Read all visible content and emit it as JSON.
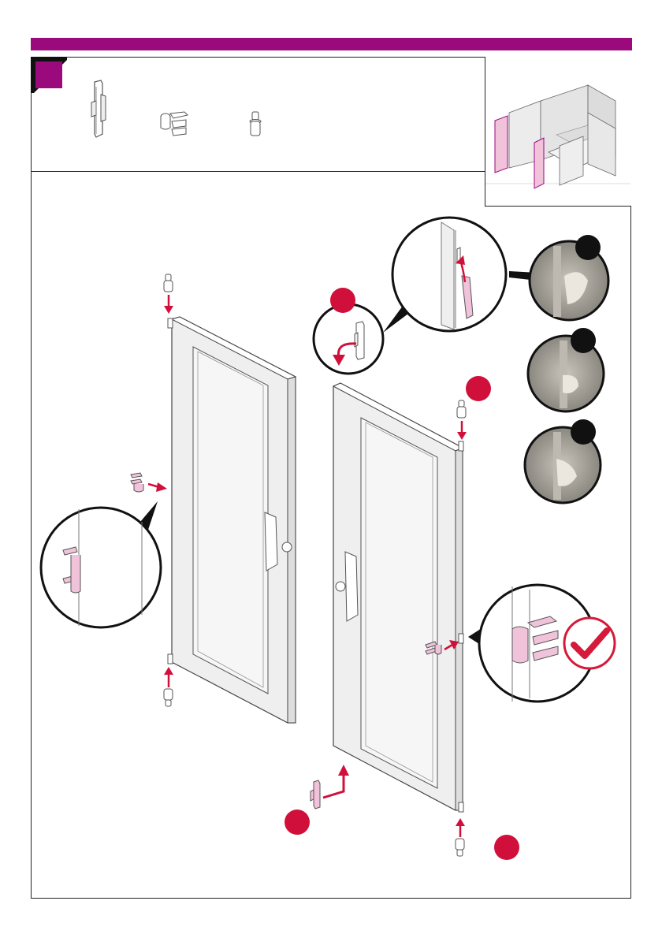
{
  "colors": {
    "brand_bar": "#9b0a7d",
    "accent_red": "#d0103a",
    "part_pink": "#f1c3da",
    "outline": "#222222",
    "panel_gray": "#eeeeee",
    "check_red": "#d6193a"
  },
  "header": {
    "step_marker": "",
    "parts": [
      "hinge-bracket",
      "double-clip",
      "hinge-pin"
    ]
  },
  "overview": {
    "highlight": "door-panels"
  },
  "callouts": {
    "step_dots": [
      "red-dot",
      "red-dot",
      "red-dot",
      "red-dot"
    ],
    "photo_dots": [
      "black-dot",
      "black-dot",
      "black-dot"
    ],
    "confirm": "check-mark"
  }
}
